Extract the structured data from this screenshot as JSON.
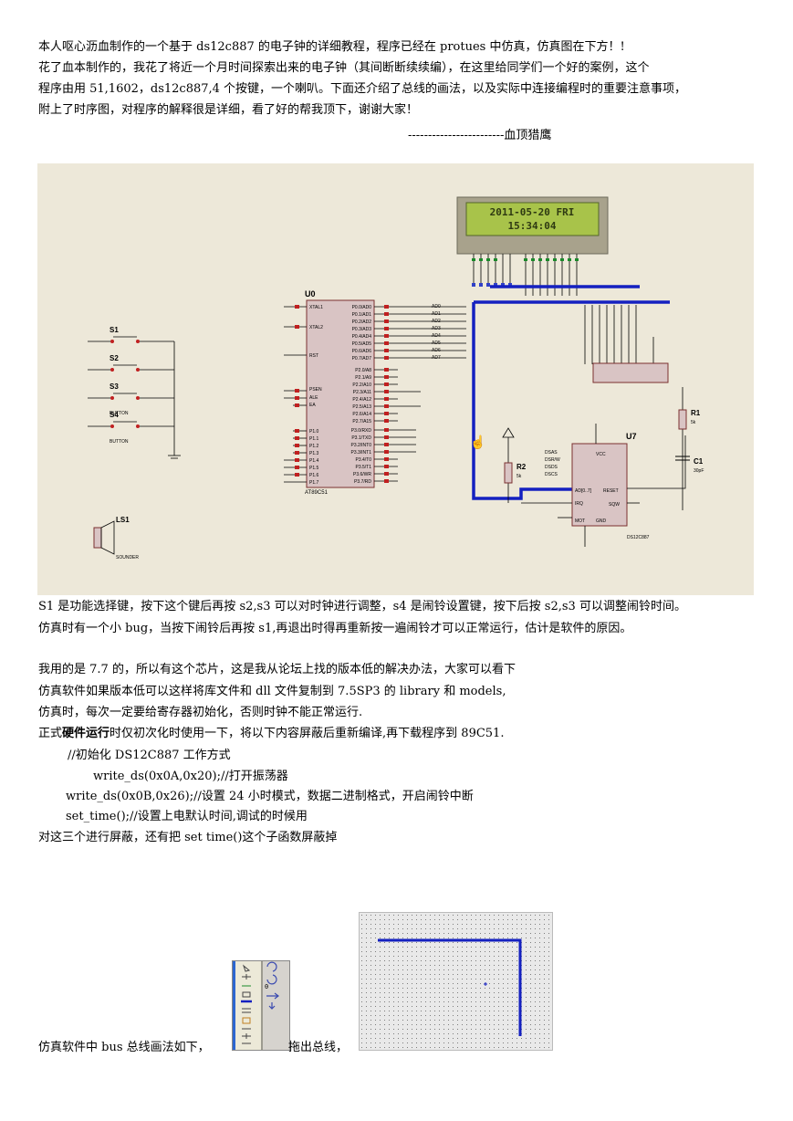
{
  "paragraphs": [
    "本人呕心沥血制作的一个基于 ds12c887 的电子钟的详细教程，程序已经在 protues 中仿真，仿真图在下方！!",
    "花了血本制作的，我花了将近一个月时间探索出来的电子钟（其间断断续续编），在这里给同学们一个好的案例，这个",
    "程序由用 51,1602，ds12c887,4 个按键，一个喇叭。下面还介绍了总线的画法，以及实际中连接编程时的重要注意事项，",
    "附上了时序图，对程序的解释很是详细，看了好的帮我顶下，谢谢大家！"
  ],
  "signature": "------------------------血顶猎鹰",
  "schematic": {
    "lcd_line1": "2011-05-20 FRI",
    "lcd_line2": "15:34:04",
    "mcu_ref": "U0",
    "mcu_part": "AT89C51",
    "rtc_ref": "U7",
    "rtc_part": "DS12C887",
    "switches": [
      "S1",
      "S2",
      "S3",
      "S4"
    ],
    "button_text": "BUTTON",
    "speaker_ref": "LS1",
    "speaker_part": "SOUNDER",
    "r1": "R1",
    "r1_val": "5k",
    "r2": "R2",
    "r2_val": "5k",
    "c1": "C1",
    "c1_val": "30pF",
    "mcu_left_pins": [
      "XTAL1",
      "XTAL2",
      "RST",
      "PSEN",
      "ALE",
      "EA",
      "P1.0",
      "P1.1",
      "P1.2",
      "P1.3",
      "P1.4",
      "P1.5",
      "P1.6",
      "P1.7"
    ],
    "mcu_port0": [
      "P0.0/AD0",
      "P0.1/AD1",
      "P0.2/AD2",
      "P0.3/AD3",
      "P0.4/AD4",
      "P0.5/AD5",
      "P0.6/AD6",
      "P0.7/AD7"
    ],
    "mcu_port2": [
      "P2.0/A8",
      "P2.1/A9",
      "P2.2/A10",
      "P2.3/A11",
      "P2.4/A12",
      "P2.5/A13",
      "P2.6/A14",
      "P2.7/A15"
    ],
    "mcu_port3": [
      "P3.0/RXD",
      "P3.1/TXD",
      "P3.2/INT0",
      "P3.3/INT1",
      "P3.4/T0",
      "P3.5/T1",
      "P3.6/WR",
      "P3.7/RD"
    ],
    "bus_nets": [
      "AD0",
      "AD1",
      "AD2",
      "AD3",
      "AD4",
      "AD5",
      "AD6",
      "AD7"
    ],
    "rtc_pins": [
      "DSAS",
      "DSR/W",
      "DSDS",
      "DSCS",
      "AD[0..7]",
      "IRQ",
      "MOT",
      "GND",
      "VCC",
      "RESET",
      "SQW"
    ]
  },
  "notes": [
    "S1 是功能选择键，按下这个键后再按 s2,s3 可以对时钟进行调整，s4 是闹铃设置键，按下后按 s2,s3 可以调整闹铃时间。",
    "仿真时有一个小 bug，当按下闹铃后再按 s1,再退出时得再重新按一遍闹铃才可以正常运行，估计是软件的原因。"
  ],
  "body": [
    "我用的是 7.7 的，所以有这个芯片，这是我从论坛上找的版本低的解决办法，大家可以看下",
    "仿真软件如果版本低可以这样将库文件和 dll 文件复制到 7.5SP3 的 library 和 models,",
    "仿真时，每次一定要给寄存器初始化，否则时钟不能正常运行."
  ],
  "hw_pre": "正式",
  "hw_bold": "硬件运行",
  "hw_post": "时仅初次化时使用一下，将以下内容屏蔽后重新编译,再下载程序到 89C51.",
  "code": [
    "//初始化 DS12C887 工作方式",
    "write_ds(0x0A,0x20);//打开振荡器",
    "write_ds(0x0B,0x26);//设置 24 小时模式，数据二进制格式，开启闹铃中断",
    "set_time();//设置上电默认时间,调试的时候用"
  ],
  "shield_note": "对这三个进行屏蔽，还有把 set time()这个子函数屏蔽掉",
  "bus_text1": "仿真软件中 bus 总线画法如下，",
  "bus_text2": "拖出总线，"
}
